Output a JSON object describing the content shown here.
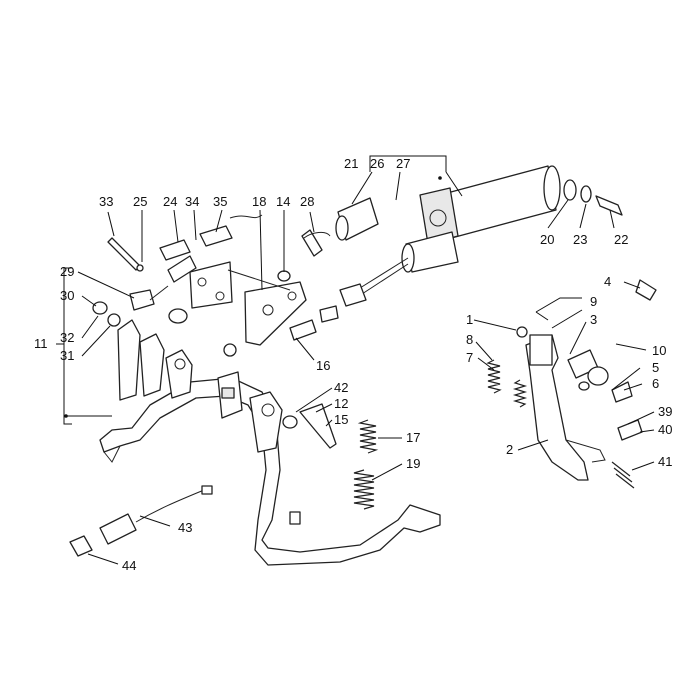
{
  "labels": [
    "1",
    "2",
    "3",
    "4",
    "5",
    "6",
    "7",
    "8",
    "9",
    "10",
    "11",
    "12",
    "14",
    "15",
    "16",
    "17",
    "18",
    "19",
    "20",
    "21",
    "22",
    "23",
    "24",
    "25",
    "26",
    "27",
    "28",
    "29",
    "30",
    "31",
    "32",
    "33",
    "34",
    "35",
    "39",
    "40",
    "41",
    "42",
    "43",
    "44"
  ]
}
